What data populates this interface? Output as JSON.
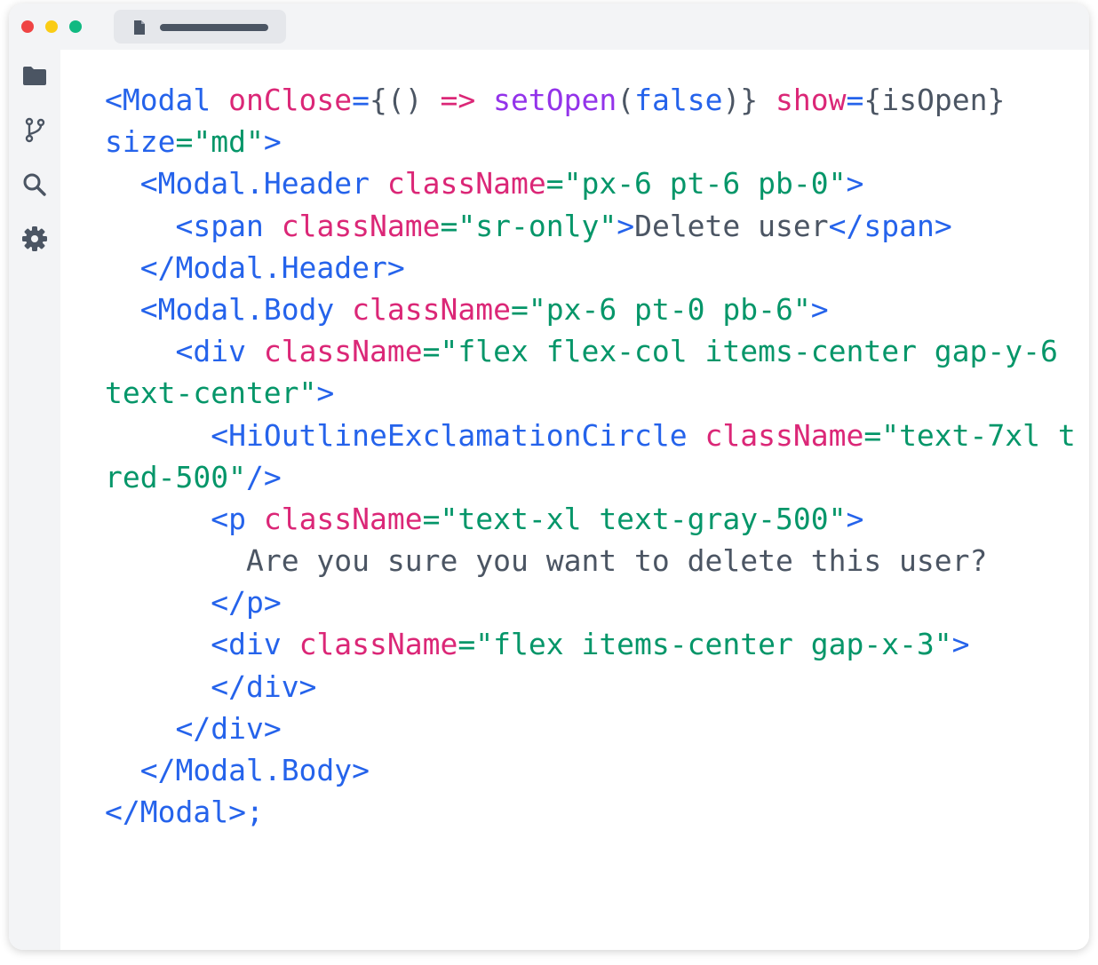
{
  "window": {
    "title_dots": [
      "#ef4444",
      "#facc15",
      "#10b981"
    ]
  },
  "sidebar": {
    "items": [
      {
        "icon": "folder-icon"
      },
      {
        "icon": "git-branch-icon"
      },
      {
        "icon": "search-icon"
      },
      {
        "icon": "gear-icon"
      }
    ]
  },
  "code": {
    "lines": [
      [
        {
          "t": "tag",
          "v": "<Modal "
        },
        {
          "t": "attr",
          "v": "onClose"
        },
        {
          "t": "tag",
          "v": "="
        },
        {
          "t": "punc",
          "v": "{() "
        },
        {
          "t": "attr",
          "v": "=>"
        },
        {
          "t": "punc",
          "v": " "
        },
        {
          "t": "fn",
          "v": "setOpen"
        },
        {
          "t": "punc",
          "v": "("
        },
        {
          "t": "kw",
          "v": "false"
        },
        {
          "t": "punc",
          "v": ")} "
        },
        {
          "t": "attr",
          "v": "show"
        },
        {
          "t": "tag",
          "v": "="
        },
        {
          "t": "punc",
          "v": "{isOpen}"
        }
      ],
      [
        {
          "t": "tag",
          "v": "size"
        },
        {
          "t": "str",
          "v": "=\"md\""
        },
        {
          "t": "tag",
          "v": ">"
        }
      ],
      [
        {
          "t": "punc",
          "v": "  "
        },
        {
          "t": "tag",
          "v": "<Modal.Header "
        },
        {
          "t": "attr",
          "v": "className"
        },
        {
          "t": "str",
          "v": "=\"px-6 pt-6 pb-0\""
        },
        {
          "t": "tag",
          "v": ">"
        }
      ],
      [
        {
          "t": "punc",
          "v": "    "
        },
        {
          "t": "tag",
          "v": "<span "
        },
        {
          "t": "attr",
          "v": "className"
        },
        {
          "t": "str",
          "v": "=\"sr-only\""
        },
        {
          "t": "tag",
          "v": ">"
        },
        {
          "t": "text",
          "v": "Delete user"
        },
        {
          "t": "tag",
          "v": "</span>"
        }
      ],
      [
        {
          "t": "punc",
          "v": "  "
        },
        {
          "t": "tag",
          "v": "</Modal.Header>"
        }
      ],
      [
        {
          "t": "punc",
          "v": "  "
        },
        {
          "t": "tag",
          "v": "<Modal.Body "
        },
        {
          "t": "attr",
          "v": "className"
        },
        {
          "t": "str",
          "v": "=\"px-6 pt-0 pb-6\""
        },
        {
          "t": "tag",
          "v": ">"
        }
      ],
      [
        {
          "t": "punc",
          "v": "    "
        },
        {
          "t": "tag",
          "v": "<div "
        },
        {
          "t": "attr",
          "v": "className"
        },
        {
          "t": "str",
          "v": "=\"flex flex-col items-center gap-y-6"
        }
      ],
      [
        {
          "t": "str",
          "v": "text-center\""
        },
        {
          "t": "tag",
          "v": ">"
        }
      ],
      [
        {
          "t": "punc",
          "v": "      "
        },
        {
          "t": "tag",
          "v": "<HiOutlineExclamationCircle "
        },
        {
          "t": "attr",
          "v": "className"
        },
        {
          "t": "str",
          "v": "=\"text-7xl t"
        }
      ],
      [
        {
          "t": "str",
          "v": "red-500\""
        },
        {
          "t": "tag",
          "v": "/>"
        }
      ],
      [
        {
          "t": "punc",
          "v": "      "
        },
        {
          "t": "tag",
          "v": "<p "
        },
        {
          "t": "attr",
          "v": "className"
        },
        {
          "t": "str",
          "v": "=\"text-xl text-gray-500\""
        },
        {
          "t": "tag",
          "v": ">"
        }
      ],
      [
        {
          "t": "punc",
          "v": "        "
        },
        {
          "t": "text",
          "v": "Are you sure you want to delete this user?"
        }
      ],
      [
        {
          "t": "punc",
          "v": "      "
        },
        {
          "t": "tag",
          "v": "</p>"
        }
      ],
      [
        {
          "t": "punc",
          "v": "      "
        },
        {
          "t": "tag",
          "v": "<div "
        },
        {
          "t": "attr",
          "v": "className"
        },
        {
          "t": "str",
          "v": "=\"flex items-center gap-x-3\""
        },
        {
          "t": "tag",
          "v": ">"
        }
      ],
      [
        {
          "t": "punc",
          "v": "      "
        },
        {
          "t": "tag",
          "v": "</div>"
        }
      ],
      [
        {
          "t": "punc",
          "v": "    "
        },
        {
          "t": "tag",
          "v": "</div>"
        }
      ],
      [
        {
          "t": "punc",
          "v": "  "
        },
        {
          "t": "tag",
          "v": "</Modal.Body>"
        }
      ],
      [
        {
          "t": "tag",
          "v": "</Modal>;"
        }
      ]
    ]
  }
}
